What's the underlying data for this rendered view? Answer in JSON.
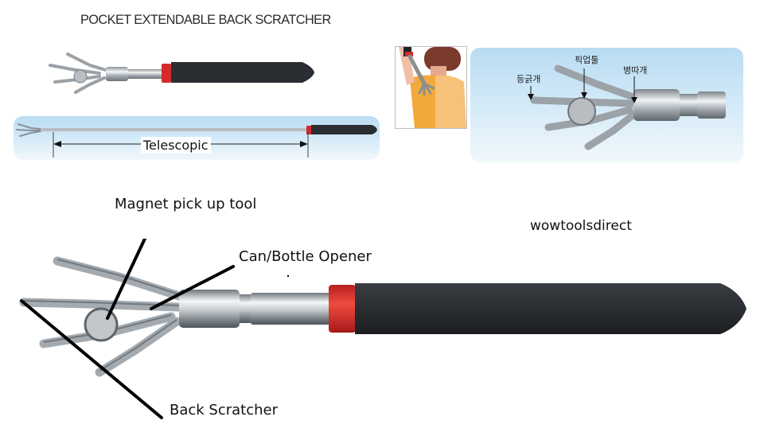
{
  "title": "POCKET EXTENDABLE BACK SCRATCHER",
  "watermark": "wowtoolsdirect",
  "top_left": {
    "compact_tool_image": "back-scratcher-collapsed",
    "telescopic_panel": {
      "label": "Telescopic",
      "image": "back-scratcher-extended"
    }
  },
  "top_right": {
    "illustration": "person-scratching-back",
    "detail_panel": {
      "labels": {
        "back_scratcher": "등긁개",
        "pickup_tool": "픽업툴",
        "bottle_opener": "병따개"
      }
    }
  },
  "main_diagram": {
    "callouts": {
      "magnet": "Magnet pick up tool",
      "opener": "Can/Bottle Opener",
      "scratcher": "Back Scratcher"
    }
  },
  "colors": {
    "handle": "#2a2d31",
    "ring": "#d42a2a",
    "chrome": "#c9ced3",
    "panel": "#c6e3f5",
    "shirt": "#f1a93b",
    "hair": "#7a3a2c"
  }
}
